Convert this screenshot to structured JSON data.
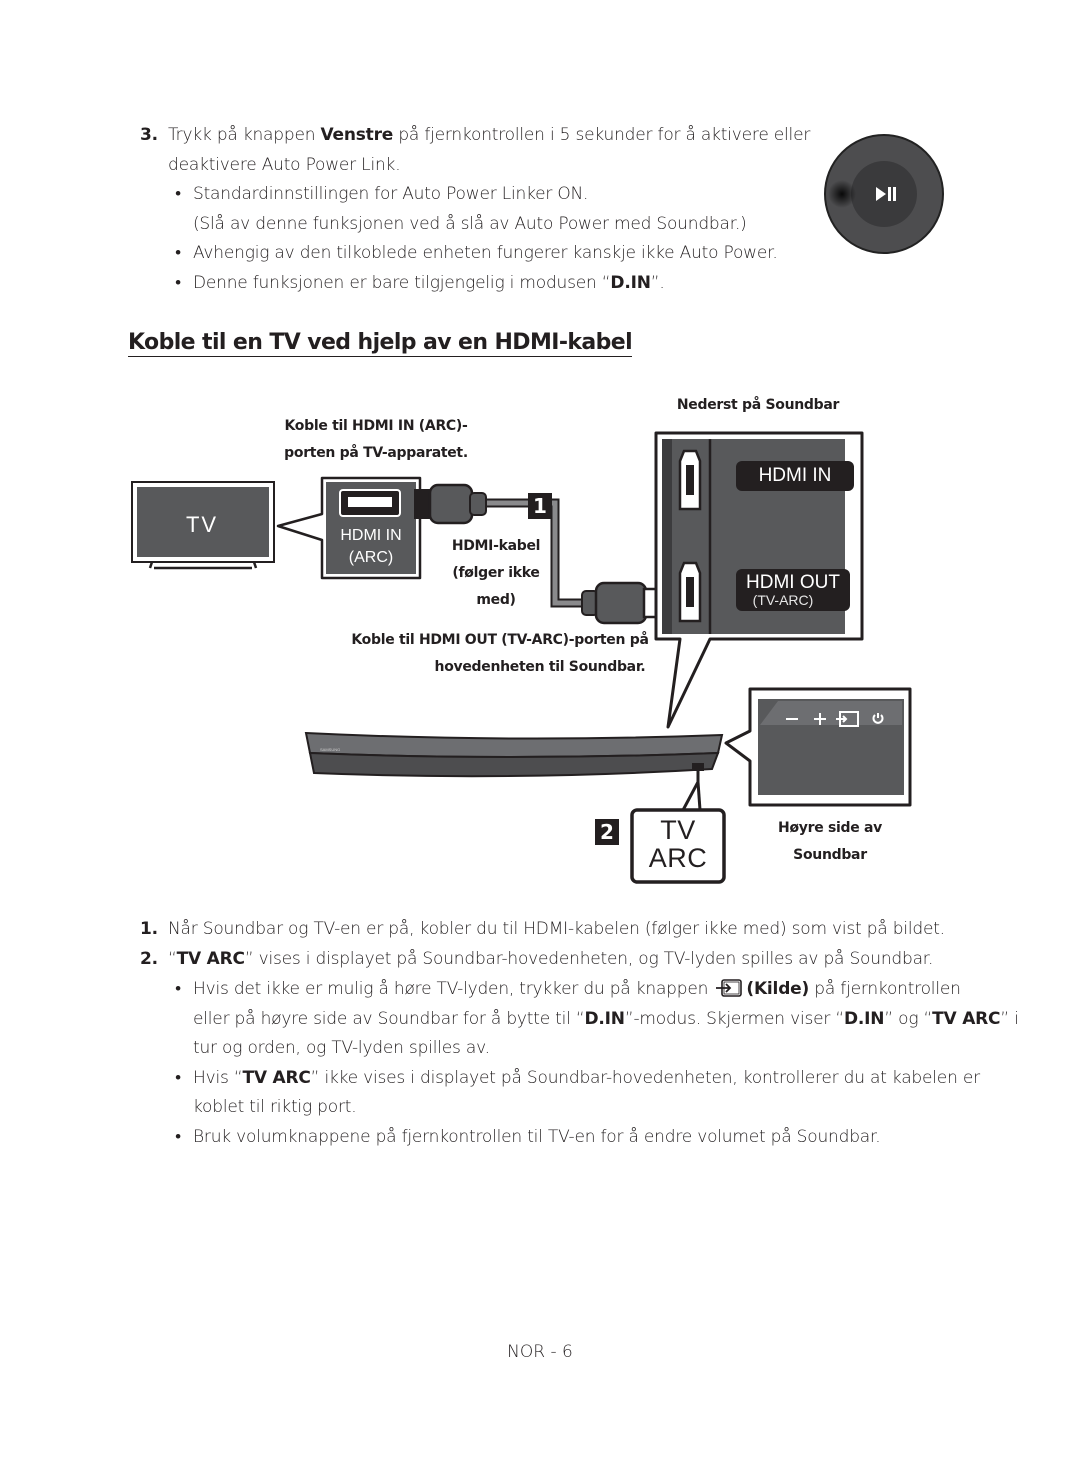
{
  "step3": {
    "number": "3.",
    "lead": "Trykk på knappen ",
    "button": "Venstre",
    "tail": " på fjernkontrollen i 5 sekunder for å aktivere eller",
    "line2": "deaktivere Auto Power Link.",
    "bullets": [
      "Standardinnstillingen for Auto Power Linker ON.",
      "Avhengig av den tilkoblede enheten fungerer kanskje ikke Auto Power."
    ],
    "bullet1_sub": "(Slå av denne funksjonen ved å slå av Auto Power med Soundbar.)",
    "bullet3_lead": "Denne funksjonen er bare tilgjengelig i modusen “",
    "bullet3_mode": "D.IN",
    "bullet3_tail": "”."
  },
  "heading": "Koble til en TV ved hjelp av en HDMI-kabel",
  "diagram": {
    "label_bottom_soundbar": "Nederst på Soundbar",
    "label_tv_port_1": "Koble til HDMI IN (ARC)-",
    "label_tv_port_2": "porten på TV-apparatet.",
    "tv_text": "TV",
    "tv_port_line1": "HDMI IN",
    "tv_port_line2": "(ARC)",
    "cable_1": "HDMI-kabel",
    "cable_2": "(følger ikke",
    "cable_3": "med)",
    "label_out_1": "Koble til HDMI OUT (TV-ARC)-porten på",
    "label_out_2": "hovedenheten til Soundbar.",
    "sb_port_in": "HDMI IN",
    "sb_port_out": "HDMI OUT",
    "sb_port_out_sub": "(TV-ARC)",
    "step_badge_1": "1",
    "step_badge_2": "2",
    "display_line1": "TV",
    "display_line2": "ARC",
    "right_side_1": "Høyre side av",
    "right_side_2": "Soundbar",
    "soundbar_brand": "SAMSUNG"
  },
  "steps": {
    "s1_num": "1.",
    "s1_text": "Når Soundbar og TV-en er på, kobler du til HDMI-kabelen (følger ikke med) som vist på bildet.",
    "s2_num": "2.",
    "s2_q1": "“",
    "s2_bold": "TV ARC",
    "s2_tail": "” vises i displayet på Soundbar-hovedenheten, og TV-lyden spilles av på Soundbar.",
    "b1_lead": "Hvis det ikke er mulig å høre TV-lyden, trykker du på knappen ",
    "b1_kilde": "(Kilde)",
    "b1_tail": " på fjernkontrollen",
    "b1_l2_a": "eller på høyre side av Soundbar for å bytte til “",
    "b1_l2_din": "D.IN",
    "b1_l2_b": "”-modus. Skjermen viser “",
    "b1_l2_din2": "D.IN",
    "b1_l2_c": "” og “",
    "b1_l2_tvarc": "TV ARC",
    "b1_l2_d": "” i",
    "b1_l3": "tur og orden, og TV-lyden spilles av.",
    "b2_a": "Hvis “",
    "b2_bold": "TV ARC",
    "b2_b": "” ikke vises i displayet på Soundbar-hovedenheten, kontrollerer du at kabelen er",
    "b2_l2": "koblet til riktig port.",
    "b3": "Bruk volumknappene på fjernkontrollen til TV-en for å endre volumet på Soundbar."
  },
  "footer": "NOR - 6",
  "icons": {
    "remote": "play-pause-icon",
    "source": "source-input-icon"
  },
  "colors": {
    "text": "#231f20",
    "panel": "#58595b",
    "remote": "#4d4d4f"
  }
}
